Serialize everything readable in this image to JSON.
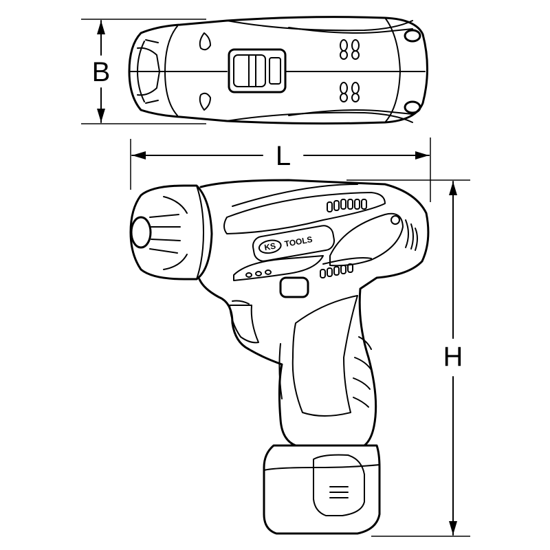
{
  "dimensions": {
    "width_label": "B",
    "length_label": "L",
    "height_label": "H"
  },
  "brand": {
    "logo_left": "KS",
    "logo_right": "TOOLS"
  },
  "colors": {
    "line": "#000000",
    "background": "#ffffff"
  }
}
